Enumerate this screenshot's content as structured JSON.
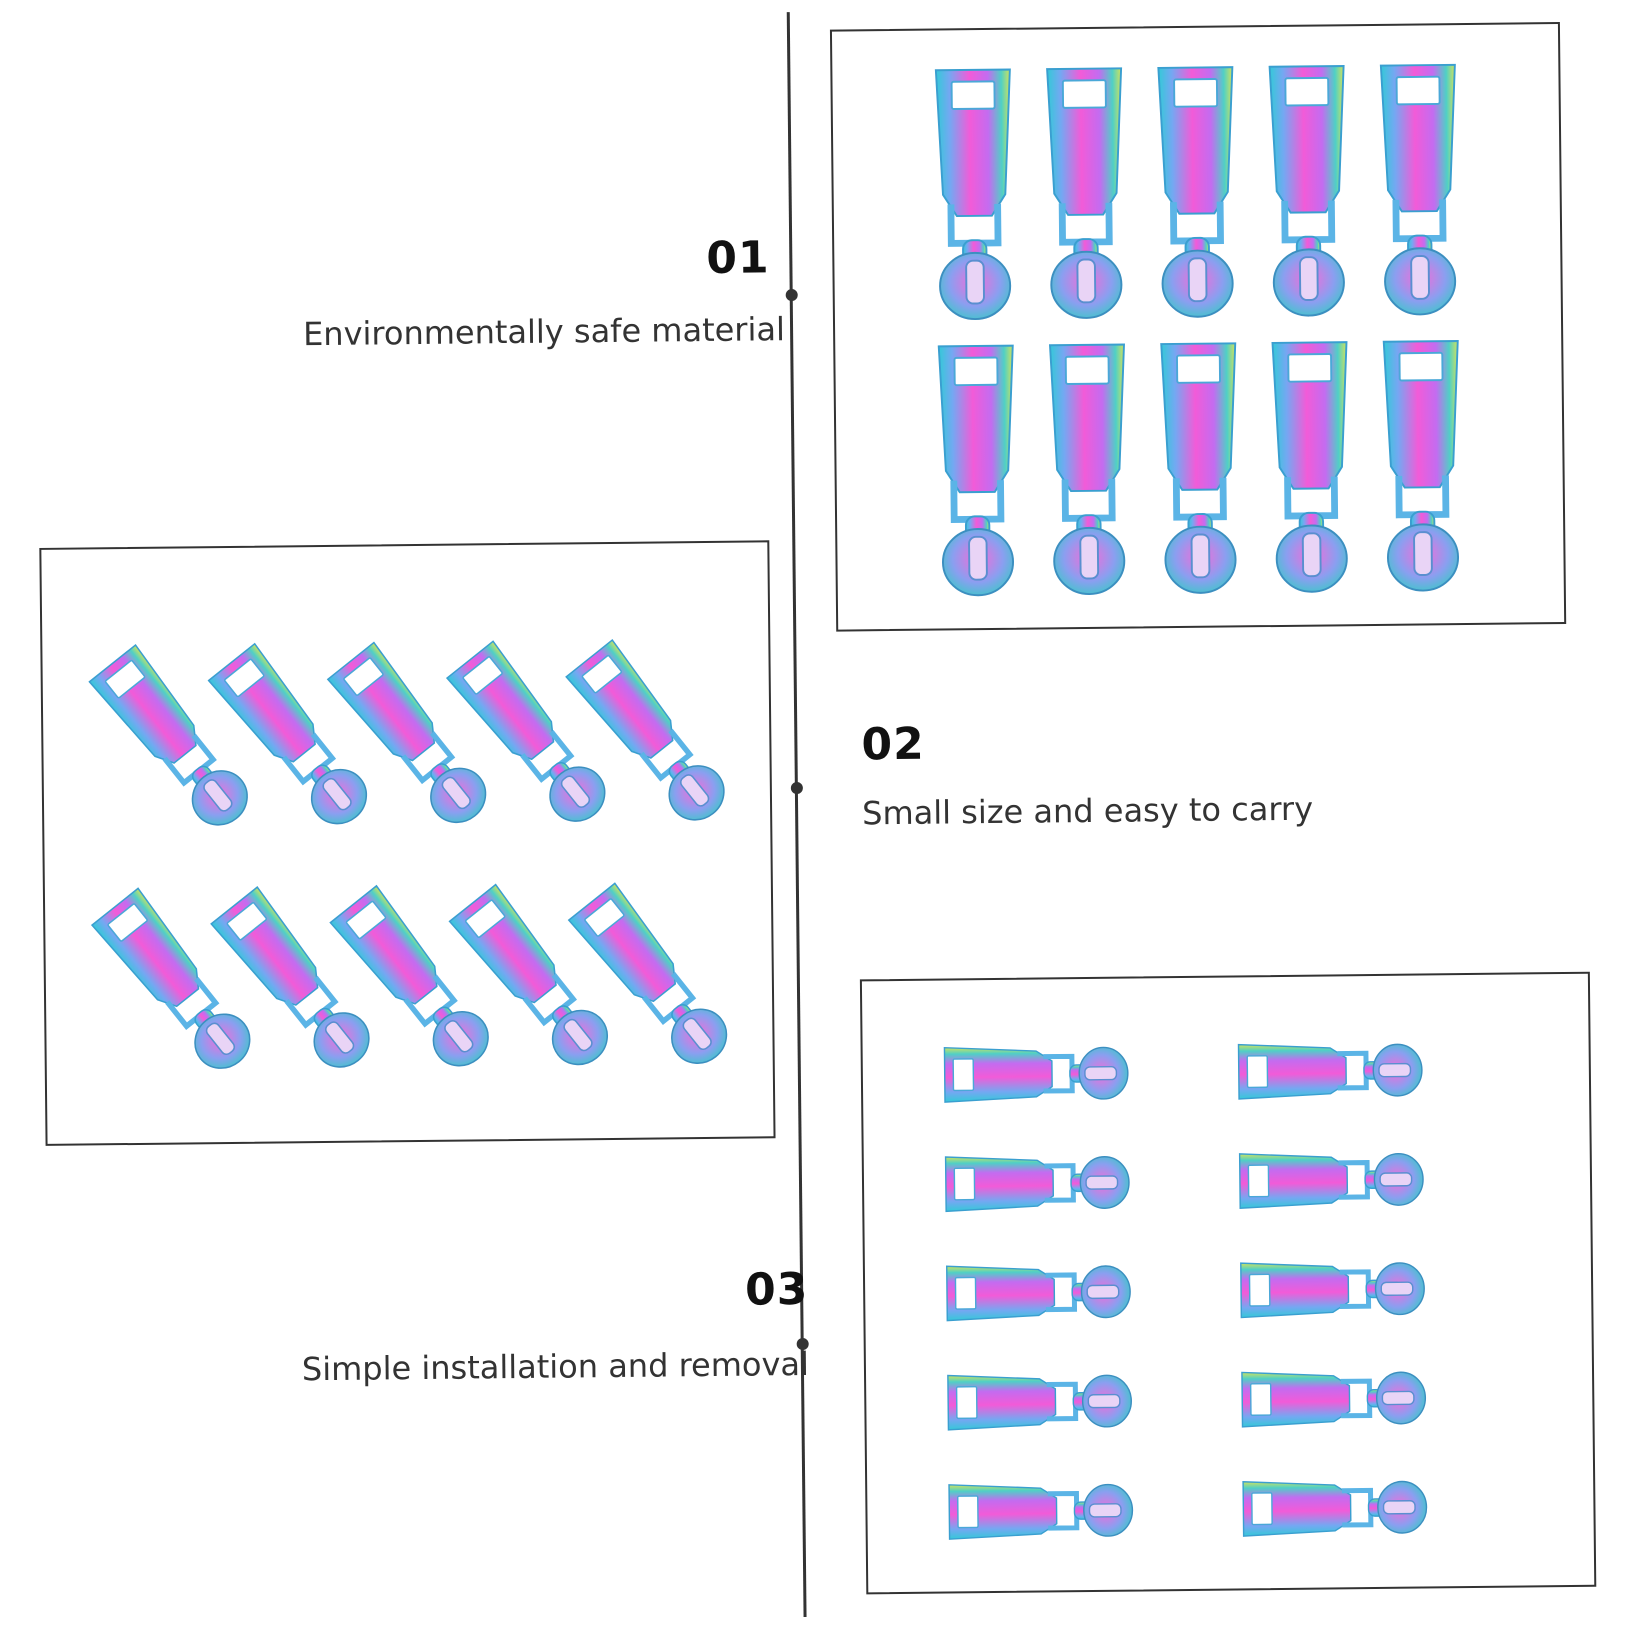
{
  "features": [
    {
      "number": "01",
      "caption": "Environmentally safe material"
    },
    {
      "number": "02",
      "caption": "Small size and easy to carry"
    },
    {
      "number": "03",
      "caption": "Simple installation and removal"
    }
  ],
  "product": {
    "item_icon": "zipper-slider-icon",
    "colors": {
      "pink": "#f25bd8",
      "blue": "#5fb3f0",
      "teal": "#38d3c8",
      "yellow": "#d7e35b",
      "line": "#333333"
    }
  }
}
